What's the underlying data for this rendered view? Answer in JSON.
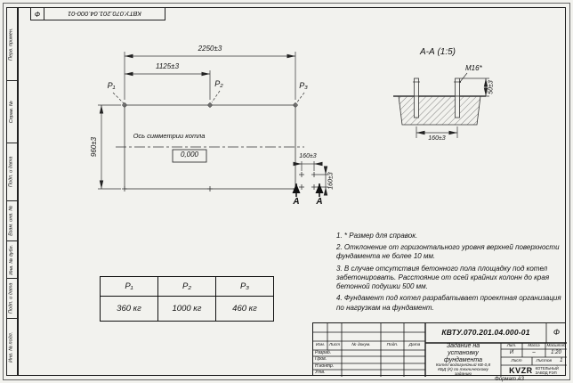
{
  "stamp_top": {
    "number": "КВТУ.070.201.04.000-01",
    "suffix": "Ф"
  },
  "side_column": {
    "cells": [
      "Перв. примен.",
      "Справ. №",
      "Подп. и дата",
      "Взам. инв. №",
      "Инв. № дубл.",
      "Подп. и дата",
      "Инв. № подл."
    ]
  },
  "plan": {
    "dim_total_width": "2250±3",
    "dim_half_width": "1125±3",
    "dim_depth": "960±3",
    "axis_label": "Ось симметрии котла",
    "level_mark": "0,000",
    "point1": "P₁",
    "point2": "P₂",
    "point3": "P₃",
    "bolt_spacing_h": "160±3",
    "bolt_spacing_v": "160±3",
    "section_letter_1": "А",
    "section_letter_2": "А"
  },
  "section": {
    "title": "А-А (1:5)",
    "bolt_label": "М16*",
    "dim_width": "160±3",
    "dim_height": "50±3"
  },
  "notes": [
    "1. * Размер для справок.",
    "2. Отклонение от горизонтального уровня верхней поверхности фундамента не более 10 мм.",
    "3. В случае отсутствия бетонного пола площадку под котел забетонировать. Расстояние от осей крайних колонн до края бетонной подушки 500 мм.",
    "4. Фундамент под котел разрабатывает проектная организация по нагрузкам на фундамент."
  ],
  "load_table": {
    "headers": [
      "P₁",
      "P₂",
      "P₃"
    ],
    "values": [
      "360 кг",
      "1000 кг",
      "460 кг"
    ]
  },
  "title_block": {
    "doc_number": "КВТУ.070.201.04.000-01",
    "doc_suffix": "Ф",
    "header_cols": [
      "Изм.",
      "Лист",
      "№ докум.",
      "Подп.",
      "Дата"
    ],
    "rows": [
      "Разраб.",
      "Пров.",
      "Н.контр.",
      "Утв."
    ],
    "title": "Задание на установку фундамента",
    "subtitle": "Котел водогрейный КВ-0,8 КБД (К) по техническому заданию",
    "lit_label": "Лит.",
    "lit_value": "И",
    "mass_label": "Масса",
    "mass_value": "–",
    "scale_label": "Масштаб",
    "scale_value": "1:20",
    "sheet_label": "Лист",
    "sheets_label": "Листов",
    "sheets_value": "1",
    "company_logo": "KVZR",
    "company_line1": "КОТЕЛЬНЫЙ",
    "company_line2": "ЗАВОД РЭП",
    "format_label": "Формат А3"
  }
}
